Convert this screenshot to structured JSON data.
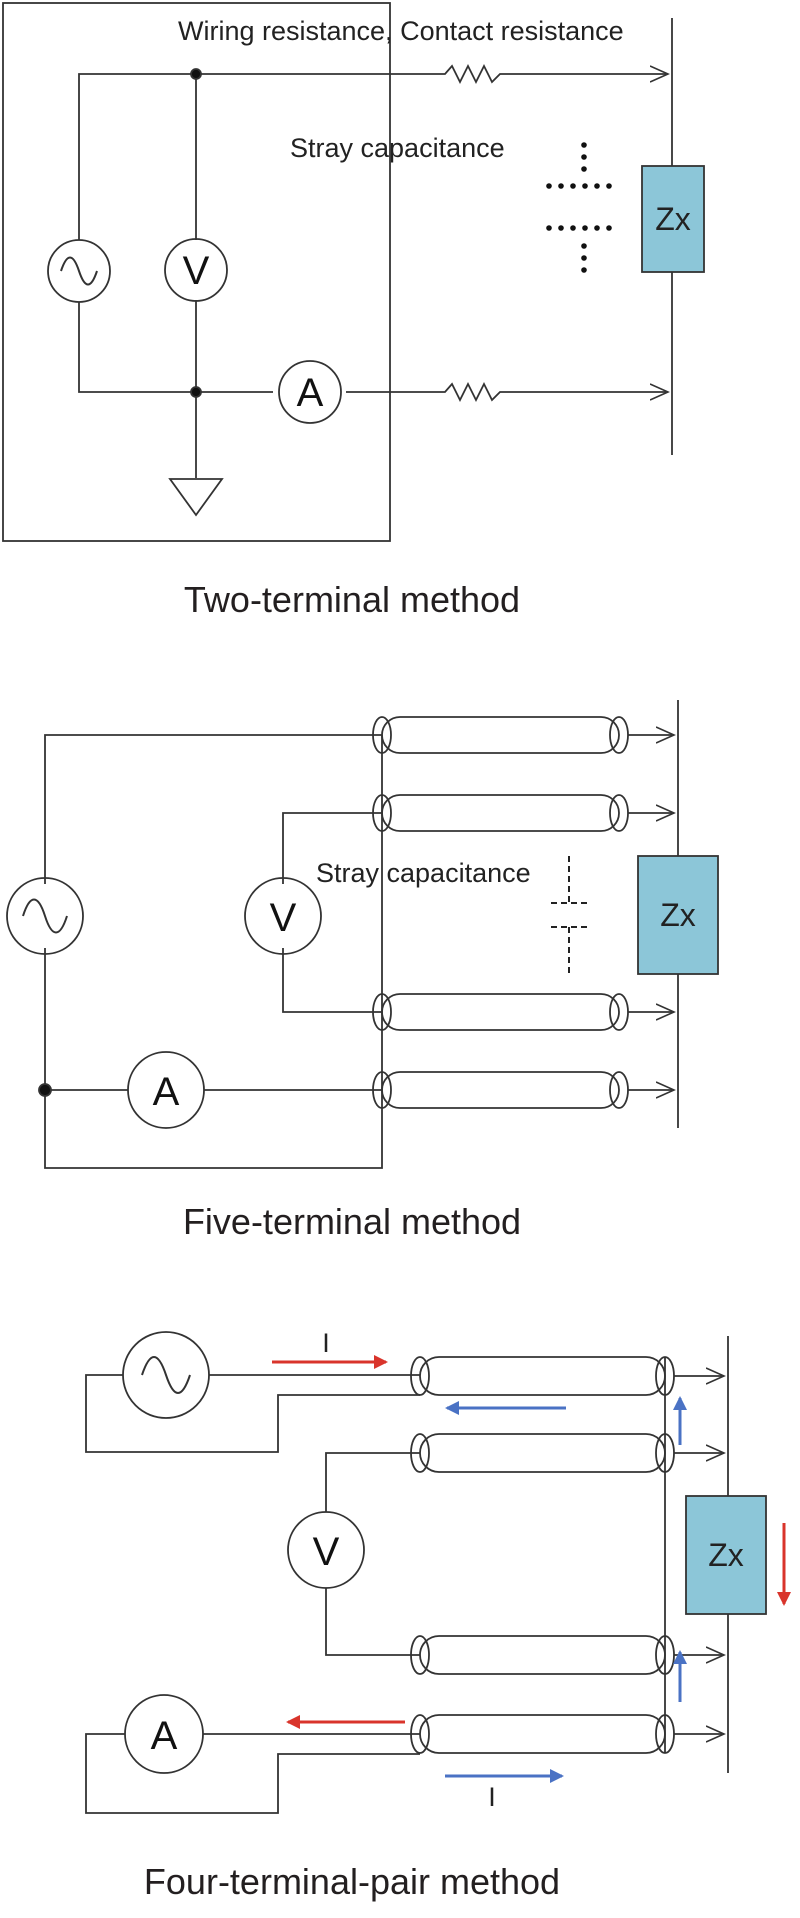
{
  "diagram1": {
    "caption": "Two-terminal method",
    "label_resistance": "Wiring resistance, Contact resistance",
    "label_capacitance": "Stray capacitance",
    "voltmeter": "V",
    "ammeter": "A",
    "impedance": "Zx"
  },
  "diagram2": {
    "caption": "Five-terminal method",
    "label_capacitance": "Stray capacitance",
    "voltmeter": "V",
    "ammeter": "A",
    "impedance": "Zx"
  },
  "diagram3": {
    "caption": "Four-terminal-pair method",
    "voltmeter": "V",
    "ammeter": "A",
    "impedance": "Zx",
    "current_label_top": "I",
    "current_label_bottom": "I"
  },
  "colors": {
    "impedance_fill": "#8cc6d8",
    "current_arrow": "#d9342b",
    "return_arrow": "#4a72c4",
    "line": "#333333"
  }
}
